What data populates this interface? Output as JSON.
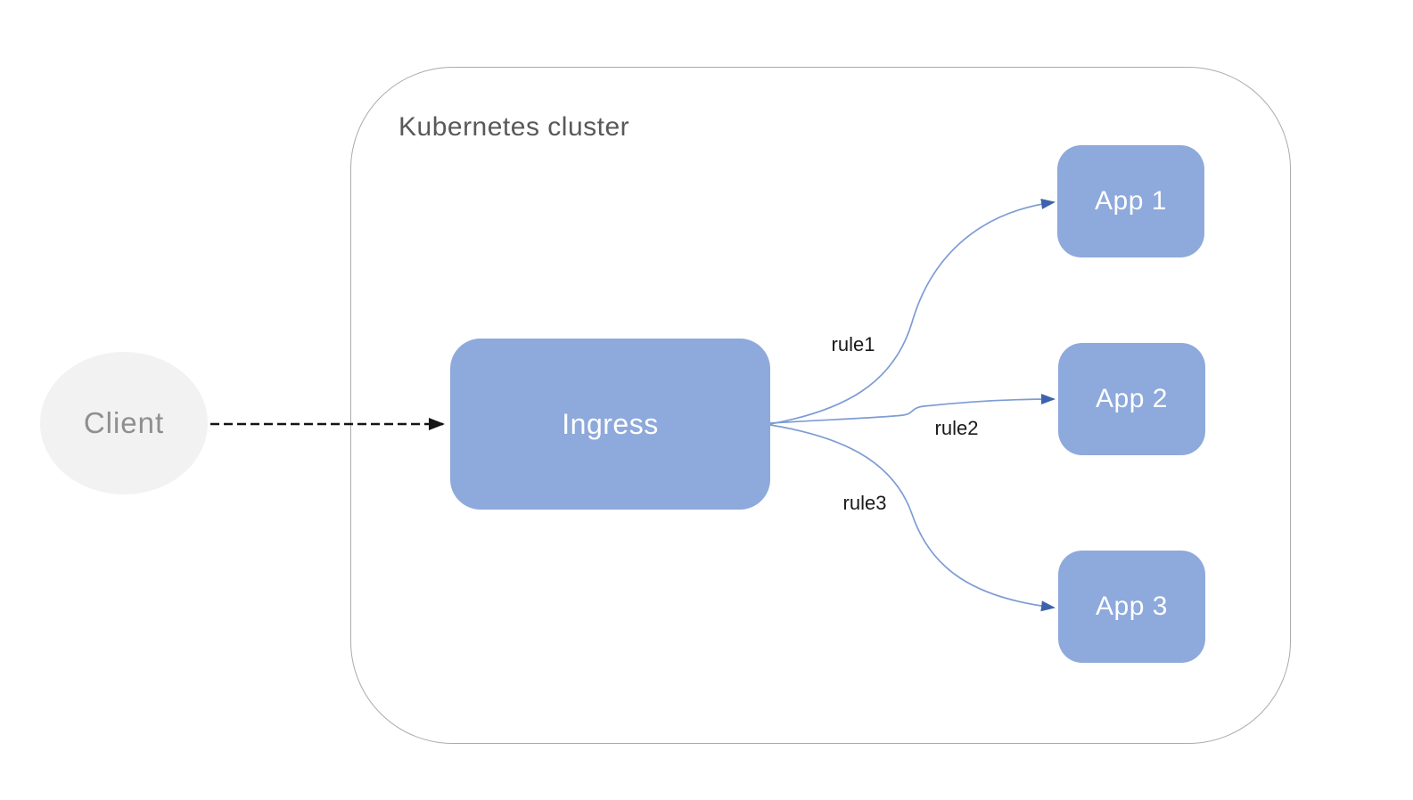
{
  "diagram": {
    "title": "Kubernetes cluster",
    "client": {
      "label": "Client"
    },
    "ingress": {
      "label": "Ingress"
    },
    "apps": [
      {
        "label": "App 1"
      },
      {
        "label": "App 2"
      },
      {
        "label": "App 3"
      }
    ],
    "rules": [
      {
        "label": "rule1"
      },
      {
        "label": "rule2"
      },
      {
        "label": "rule3"
      }
    ],
    "edges": [
      {
        "from": "Client",
        "to": "Ingress",
        "style": "dashed",
        "label": ""
      },
      {
        "from": "Ingress",
        "to": "App 1",
        "style": "curved",
        "label": "rule1"
      },
      {
        "from": "Ingress",
        "to": "App 2",
        "style": "curved",
        "label": "rule2"
      },
      {
        "from": "Ingress",
        "to": "App 3",
        "style": "curved",
        "label": "rule3"
      }
    ]
  },
  "colors": {
    "node_fill": "#8EA9DB",
    "node_text": "#FFFFFF",
    "cluster_border": "#ABABAB",
    "cluster_title": "#595959",
    "client_fill": "#F2F2F2",
    "client_text": "#8F8F8F",
    "edge_line": "#7E9CD4",
    "edge_arrowhead": "#3D62AE",
    "dashed_arrow": "#141414",
    "rule_label": "#1A1A1A",
    "background": "#FFFFFF"
  }
}
